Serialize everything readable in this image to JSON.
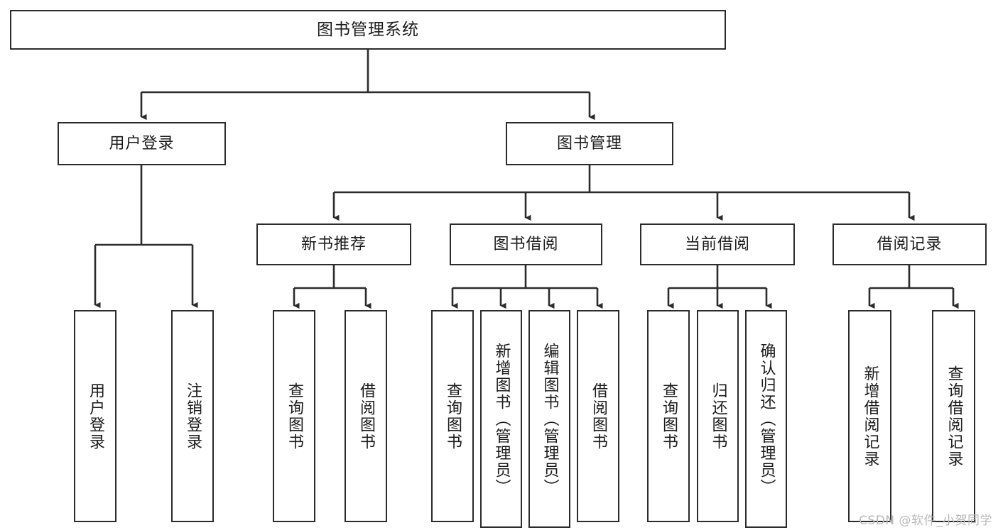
{
  "diagram": {
    "title": "图书管理系统",
    "type": "tree-hierarchy-chart",
    "watermark": "CSDN @软件_小贺同学",
    "colors": {
      "stroke": "#2b2b2b",
      "fill": "#ffffff",
      "text": "#1b1b1b",
      "watermark": "#b9b9b9"
    },
    "root": {
      "label": "图书管理系统"
    },
    "level2": [
      {
        "label": "用户登录"
      },
      {
        "label": "图书管理"
      }
    ],
    "level3": [
      {
        "label": "新书推荐"
      },
      {
        "label": "图书借阅"
      },
      {
        "label": "当前借阅"
      },
      {
        "label": "借阅记录"
      }
    ],
    "leaves": {
      "user_login": [
        {
          "label": "用户登录"
        },
        {
          "label": "注销登录"
        }
      ],
      "new_book_rec": [
        {
          "label": "查询图书"
        },
        {
          "label": "借阅图书"
        }
      ],
      "book_borrow": [
        {
          "label": "查询图书"
        },
        {
          "label": "新增图书（管理员）"
        },
        {
          "label": "编辑图书（管理员）"
        },
        {
          "label": "借阅图书"
        }
      ],
      "current_borrow": [
        {
          "label": "查询图书"
        },
        {
          "label": "归还图书"
        },
        {
          "label": "确认归还（管理员）"
        }
      ],
      "borrow_record": [
        {
          "label": "新增借阅记录"
        },
        {
          "label": "查询借阅记录"
        }
      ]
    }
  }
}
